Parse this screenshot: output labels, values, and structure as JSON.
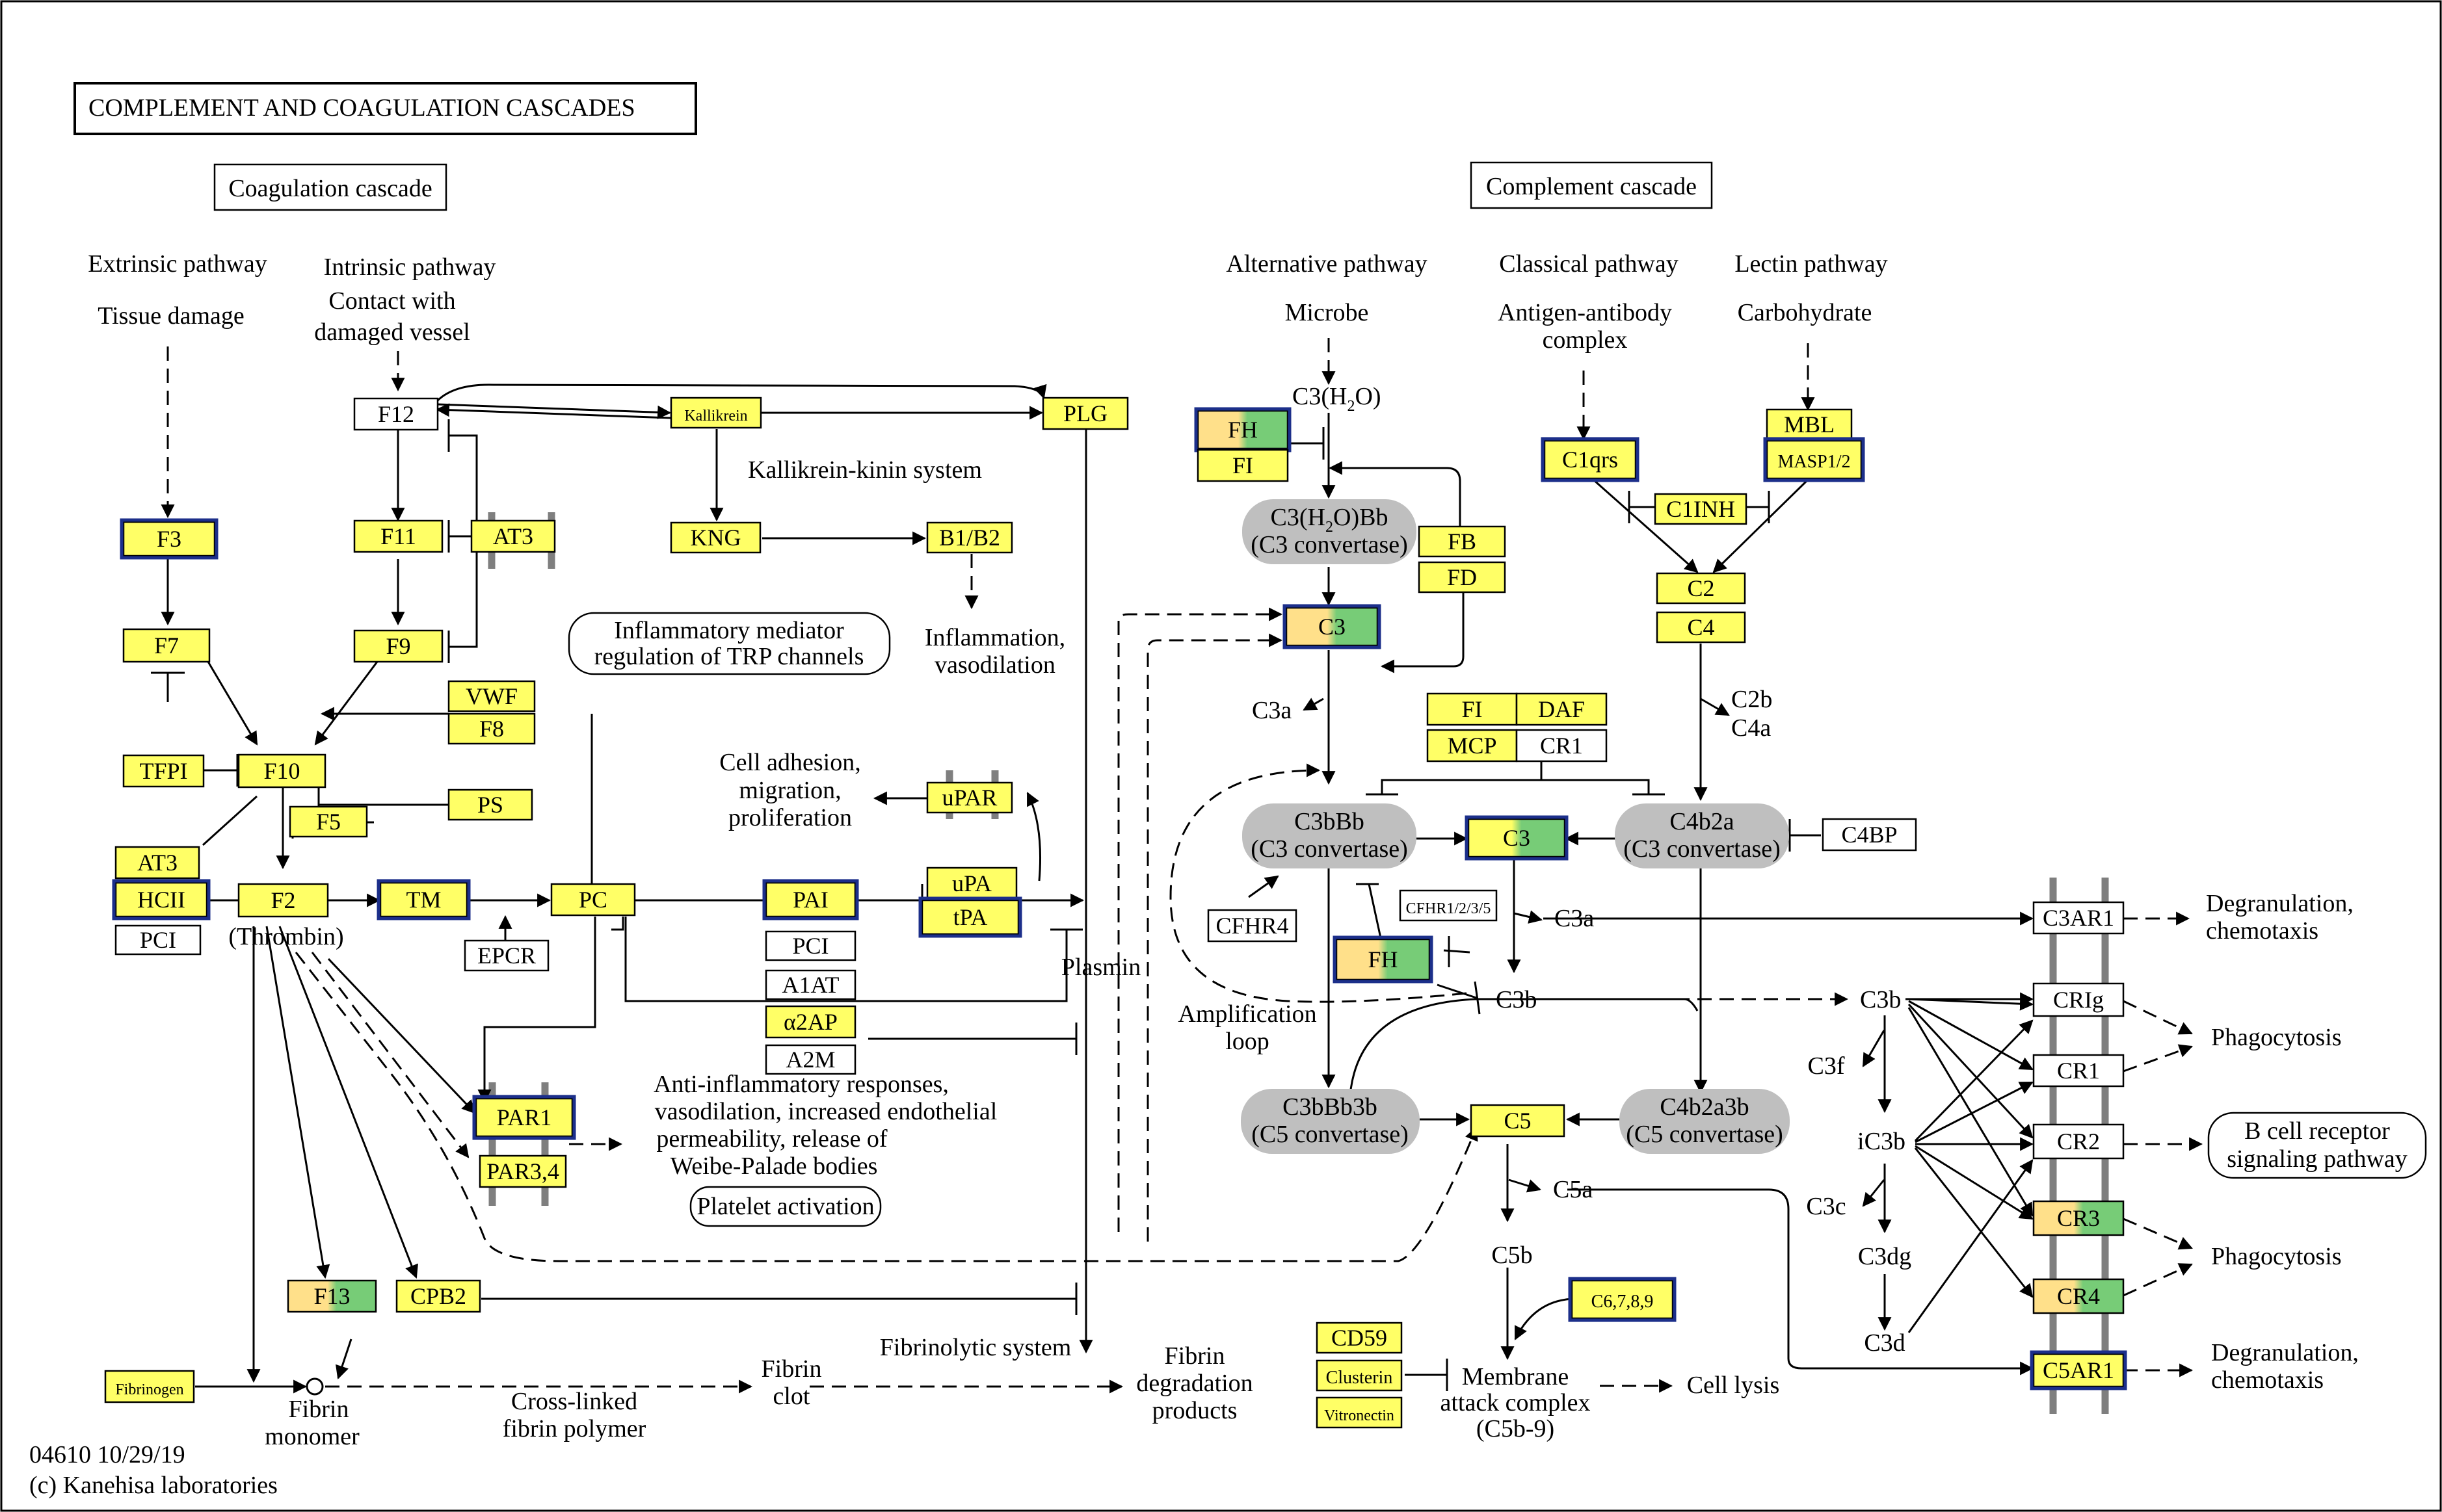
{
  "title": "COMPLEMENT AND COAGULATION CASCADES",
  "section_titles": {
    "coagulation": "Coagulation cascade",
    "complement": "Complement cascade"
  },
  "footer": {
    "code": "04610 10/29/19",
    "copyright": "(c) Kanehisa laboratories"
  },
  "colors": {
    "gene_yellow": "#ffff66",
    "gene_light_orange": "#ffe08a",
    "gene_green": "#77cc77",
    "gene_white": "#ffffff",
    "convertase_gray": "#bfbfbf",
    "highlight_border": "#1c2f8a",
    "membrane_gray": "#7f7f7f"
  },
  "labels": {
    "extrinsic": "Extrinsic pathway",
    "tissue_damage": "Tissue damage",
    "intrinsic": "Intrinsic pathway",
    "contact_with": "Contact with",
    "damaged_vessel": "damaged vessel",
    "kallikrein_kinin": "Kallikrein-kinin system",
    "inflammation": "Inflammation,",
    "vasodilation": "vasodilation",
    "thrombin": "(Thrombin)",
    "cell_adhesion_1": "Cell adhesion,",
    "cell_adhesion_2": "migration,",
    "cell_adhesion_3": "proliferation",
    "plasmin": "Plasmin",
    "anti_inflam_1": "Anti-inflammatory responses,",
    "anti_inflam_2": "vasodilation, increased endothelial",
    "anti_inflam_3": "permeability, release of",
    "anti_inflam_4": "Weibe-Palade bodies",
    "fibrin_monomer_1": "Fibrin",
    "fibrin_monomer_2": "monomer",
    "crosslinked_1": "Cross-linked",
    "crosslinked_2": "fibrin polymer",
    "fibrin_clot_1": "Fibrin",
    "fibrin_clot_2": "clot",
    "fibrinolytic": "Fibrinolytic system",
    "fdp_1": "Fibrin",
    "fdp_2": "degradation",
    "fdp_3": "products",
    "alternative": "Alternative pathway",
    "microbe": "Microbe",
    "classical": "Classical pathway",
    "antigen_1": "Antigen-antibody",
    "antigen_2": "complex",
    "lectin": "Lectin pathway",
    "carbohydrate": "Carbohydrate",
    "c3h2o": "C3(H",
    "c3h2o_sub": "2",
    "c3h2o_end": "O)",
    "c3a_1": "C3a",
    "c2b": "C2b",
    "c4a": "C4a",
    "c3a_2": "C3a",
    "c3b_1": "C3b",
    "c3b_2": "C3b",
    "amplification_1": "Amplification",
    "amplification_2": "loop",
    "c5a": "C5a",
    "c5b": "C5b",
    "mac_1": "Membrane",
    "mac_2": "attack complex",
    "mac_3": "(C5b-9)",
    "cell_lysis": "Cell lysis",
    "c3f": "C3f",
    "ic3b": "iC3b",
    "c3c": "C3c",
    "c3dg": "C3dg",
    "c3d": "C3d",
    "degran_1a": "Degranulation,",
    "degran_1b": "chemotaxis",
    "phago_1": "Phagocytosis",
    "phago_2": "Phagocytosis",
    "degran_2a": "Degranulation,",
    "degran_2b": "chemotaxis"
  },
  "map_boxes": {
    "inflammatory_1": "Inflammatory mediator",
    "inflammatory_2": "regulation of TRP channels",
    "platelet": "Platelet activation",
    "bcell_1": "B cell receptor",
    "bcell_2": "signaling pathway"
  },
  "convertases": {
    "c3h2obb_1": "C3(H",
    "c3h2obb_sub": "2",
    "c3h2obb_end": "O)Bb",
    "c3h2obb_2": "(C3 convertase)",
    "c3bbb_1": "C3bBb",
    "c3bbb_2": "(C3 convertase)",
    "c4b2a_1": "C4b2a",
    "c4b2a_2": "(C3 convertase)",
    "c3bbb3b_1": "C3bBb3b",
    "c3bbb3b_2": "(C5 convertase)",
    "c4b2a3b_1": "C4b2a3b",
    "c4b2a3b_2": "(C5 convertase)"
  },
  "genes": {
    "F3": "F3",
    "F7": "F7",
    "TFPI": "TFPI",
    "F10": "F10",
    "AT3a": "AT3",
    "HCII": "HCII",
    "PCIa": "PCI",
    "F2": "F2",
    "F5": "F5",
    "F12": "F12",
    "F11": "F11",
    "AT3b": "AT3",
    "F9": "F9",
    "VWF": "VWF",
    "F8": "F8",
    "PS": "PS",
    "TM": "TM",
    "EPCR": "EPCR",
    "PC": "PC",
    "Kallikrein": "Kallikrein",
    "KNG": "KNG",
    "B1B2": "B1/B2",
    "PLG": "PLG",
    "uPAR": "uPAR",
    "uPA": "uPA",
    "tPA": "tPA",
    "PAI": "PAI",
    "PCIb": "PCI",
    "A1AT": "A1AT",
    "a2AP": "α2AP",
    "A2M": "A2M",
    "PAR1": "PAR1",
    "PAR34": "PAR3,4",
    "F13": "F13",
    "CPB2": "CPB2",
    "Fibrinogen": "Fibrinogen",
    "FH1": "FH",
    "FI1": "FI",
    "FB": "FB",
    "FD": "FD",
    "C3a": "C3",
    "C1qrs": "C1qrs",
    "MBL": "MBL",
    "MASP": "MASP1/2",
    "C1INH": "C1INH",
    "C2": "C2",
    "C4": "C4",
    "FI2": "FI",
    "DAF": "DAF",
    "MCP": "MCP",
    "CR1a": "CR1",
    "C3b": "C3",
    "C4BP": "C4BP",
    "CFHR4": "CFHR4",
    "CFHR1235": "CFHR1/2/3/5",
    "FH2": "FH",
    "C5": "C5",
    "C6789": "C6,7,8,9",
    "CD59": "CD59",
    "Clusterin": "Clusterin",
    "Vitronectin": "Vitronectin",
    "C3AR1": "C3AR1",
    "CRIg": "CRIg",
    "CR1b": "CR1",
    "CR2": "CR2",
    "CR3": "CR3",
    "CR4": "CR4",
    "C5AR1": "C5AR1"
  }
}
